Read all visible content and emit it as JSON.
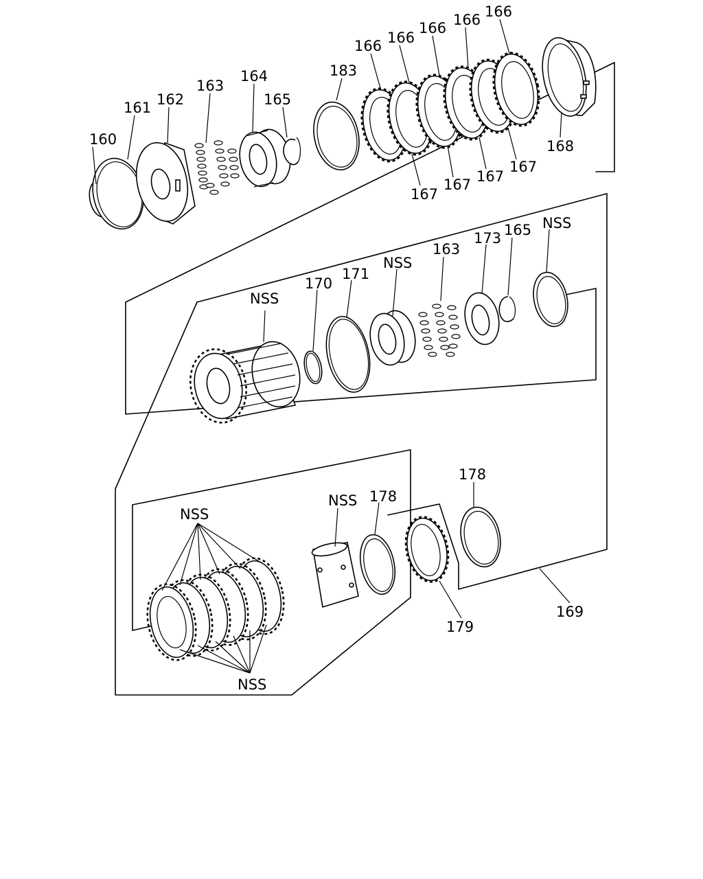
{
  "callouts": {
    "c160": "160",
    "c161": "161",
    "c162": "162",
    "c163a": "163",
    "c164": "164",
    "c165a": "165",
    "c183": "183",
    "c166a": "166",
    "c166b": "166",
    "c166c": "166",
    "c166d": "166",
    "c166e": "166",
    "c167a": "167",
    "c167b": "167",
    "c167c": "167",
    "c167d": "167",
    "c168": "168",
    "nss_gear": "NSS",
    "c170": "170",
    "c171": "171",
    "nss_piston": "NSS",
    "c163b": "163",
    "c173": "173",
    "c165b": "165",
    "nss_ring": "NSS",
    "nss_plates_top": "NSS",
    "nss_plates_bottom": "NSS",
    "nss_drum": "NSS",
    "c178a": "178",
    "c178b": "178",
    "c179": "179",
    "c169": "169"
  }
}
